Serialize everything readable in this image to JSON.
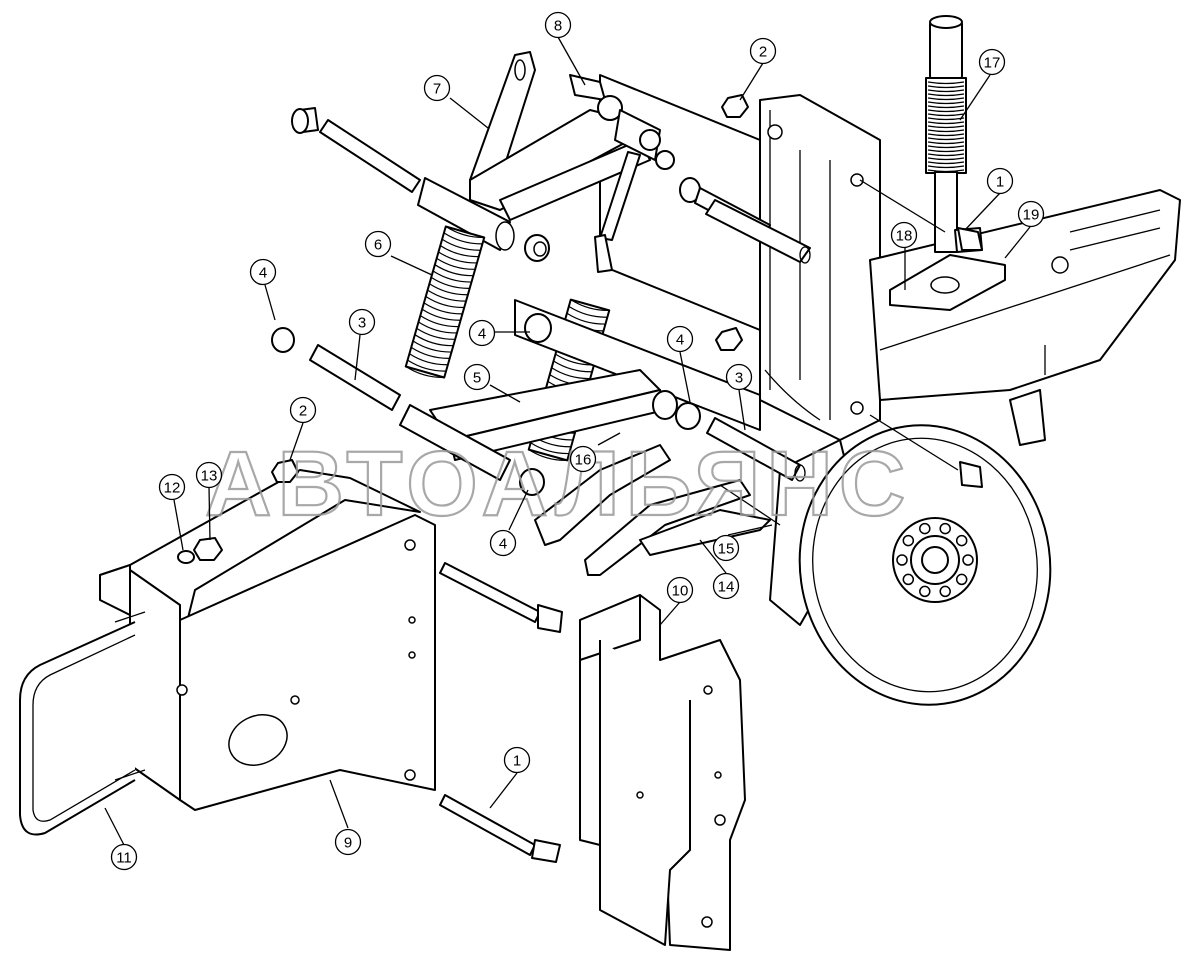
{
  "watermark": "АВТОАЛЬЯНС",
  "callouts": [
    {
      "id": "c8",
      "label": "8"
    },
    {
      "id": "c2a",
      "label": "2"
    },
    {
      "id": "c17",
      "label": "17"
    },
    {
      "id": "c7",
      "label": "7"
    },
    {
      "id": "c1a",
      "label": "1"
    },
    {
      "id": "c19",
      "label": "19"
    },
    {
      "id": "c18",
      "label": "18"
    },
    {
      "id": "c6",
      "label": "6"
    },
    {
      "id": "c4a",
      "label": "4"
    },
    {
      "id": "c3a",
      "label": "3"
    },
    {
      "id": "c4b",
      "label": "4"
    },
    {
      "id": "c4c",
      "label": "4"
    },
    {
      "id": "c5",
      "label": "5"
    },
    {
      "id": "c3b",
      "label": "3"
    },
    {
      "id": "c2b",
      "label": "2"
    },
    {
      "id": "c12",
      "label": "12"
    },
    {
      "id": "c13",
      "label": "13"
    },
    {
      "id": "c16",
      "label": "16"
    },
    {
      "id": "c4d",
      "label": "4"
    },
    {
      "id": "c15",
      "label": "15"
    },
    {
      "id": "c14",
      "label": "14"
    },
    {
      "id": "c10",
      "label": "10"
    },
    {
      "id": "c1b",
      "label": "1"
    },
    {
      "id": "c11",
      "label": "11"
    },
    {
      "id": "c9",
      "label": "9"
    }
  ]
}
